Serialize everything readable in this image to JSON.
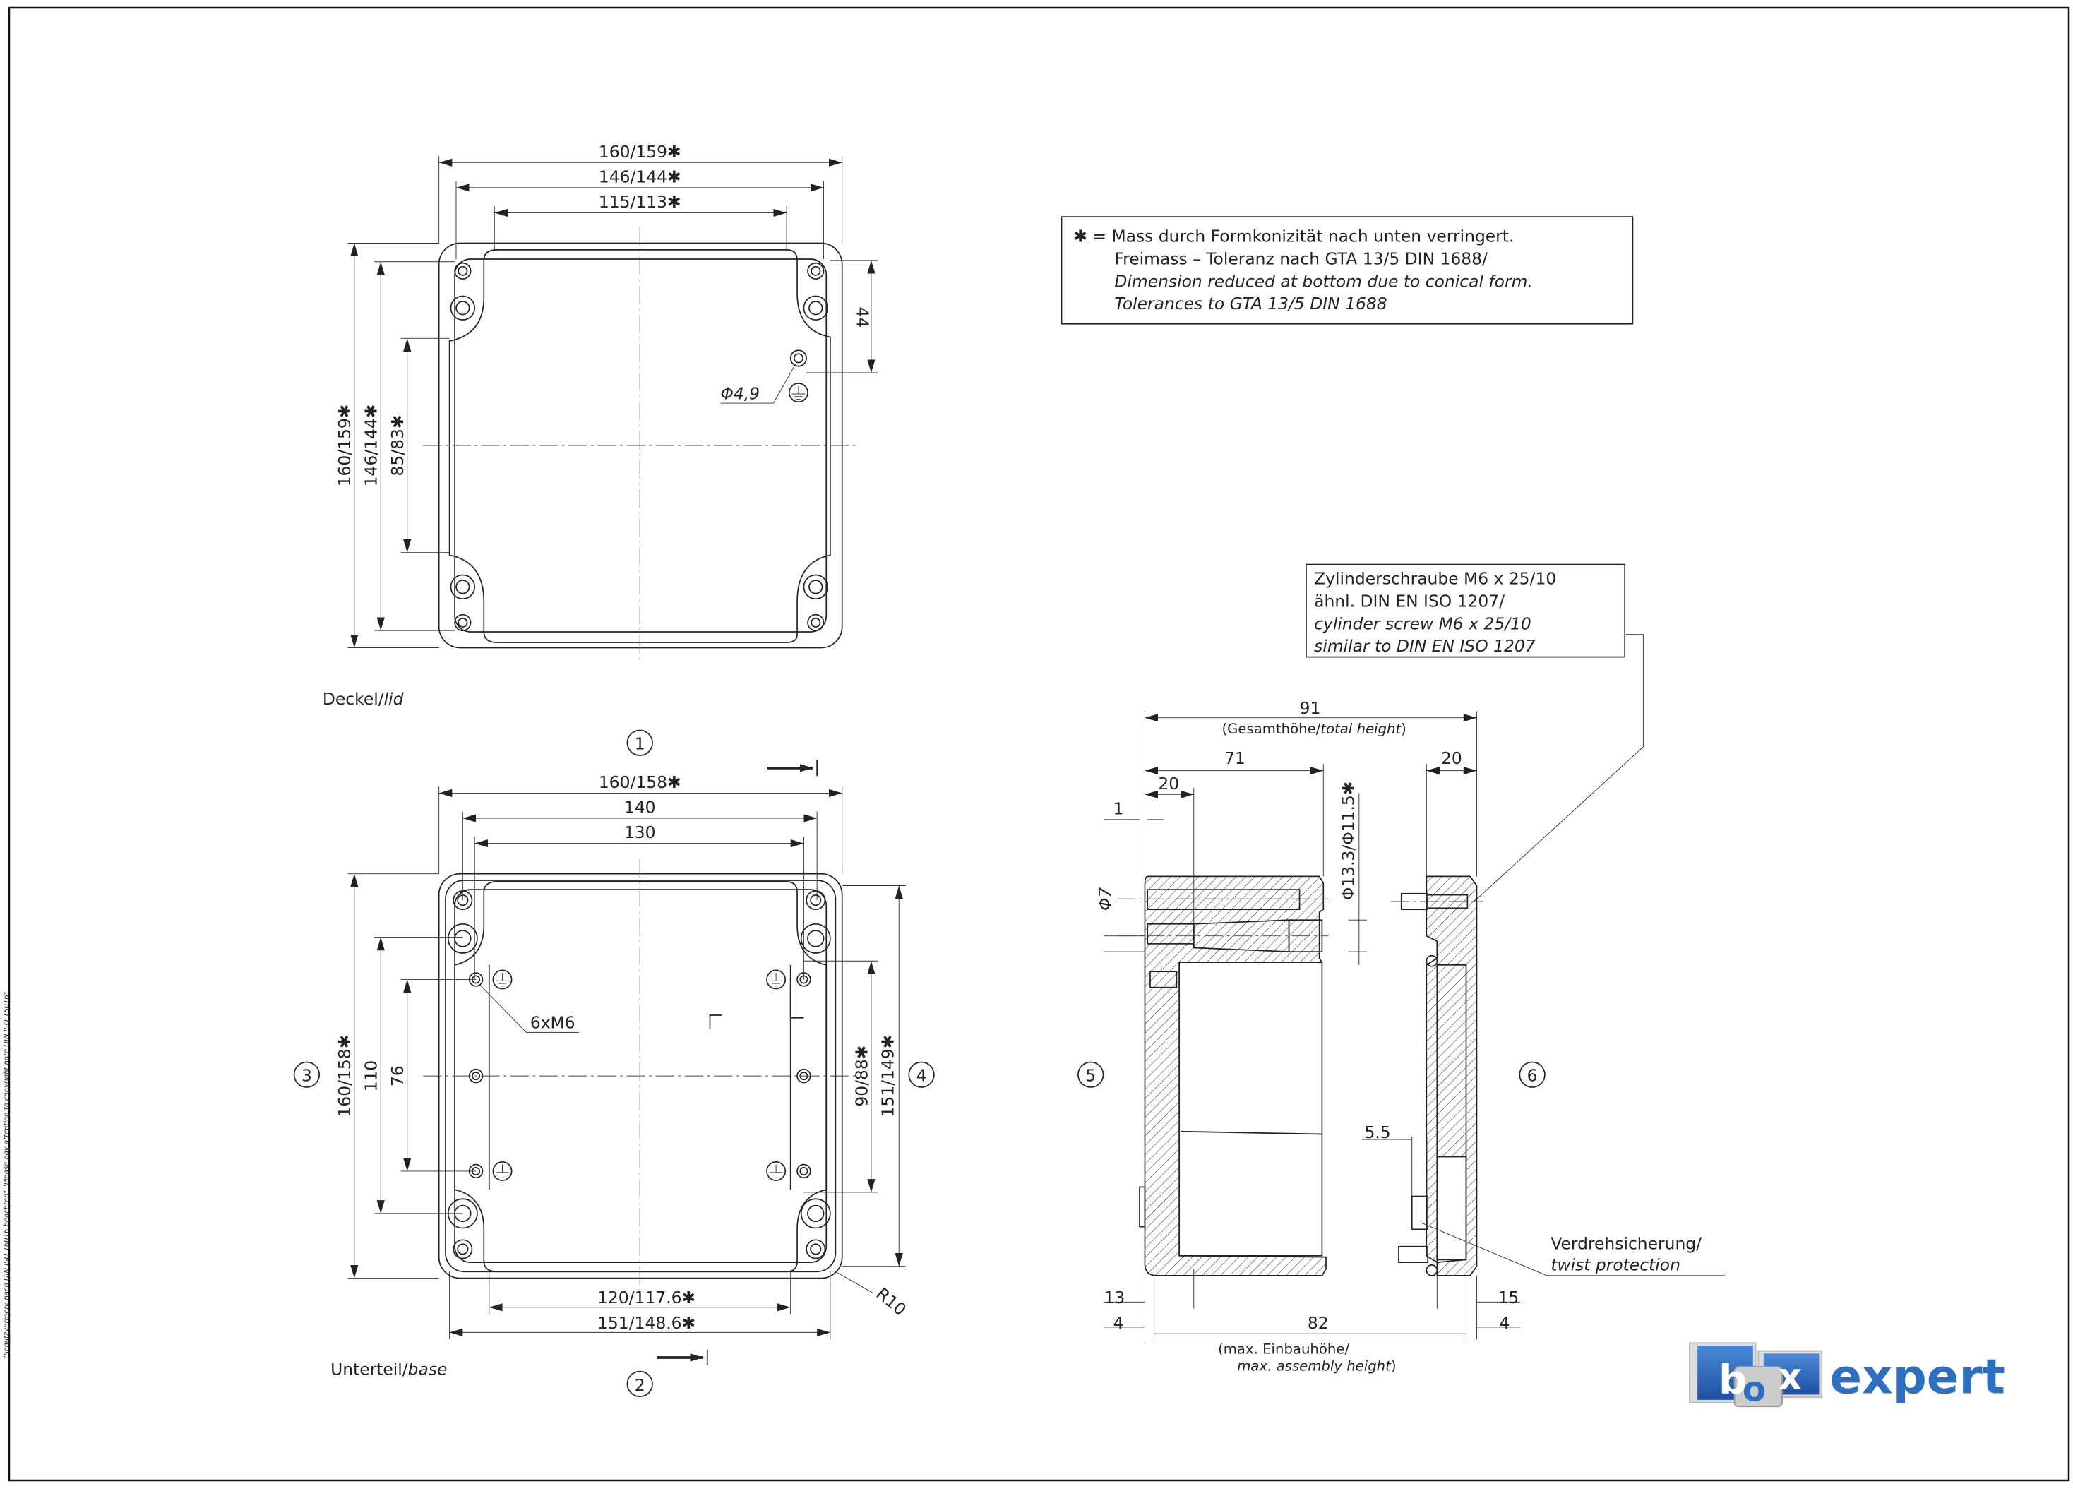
{
  "copyright_note": "\"Schutzvermerk nach DIN ISO 16016 beachten\" \"Please pay attention to copyright note DIN ISO 16016\"",
  "legend_note": {
    "line1": "✱ = Mass durch Formkonizität nach unten verringert.",
    "line2": "Freimass – Toleranz nach GTA 13/5 DIN 1688/",
    "line3": "Dimension reduced at bottom due to conical form.",
    "line4": "Tolerances to GTA 13/5 DIN 1688"
  },
  "screw_note": {
    "line1": "Zylinderschraube M6 x 25/10",
    "line2": "ähnl. DIN EN ISO 1207/",
    "line3": "cylinder screw M6 x 25/10",
    "line4": "similar to DIN EN ISO 1207"
  },
  "lid": {
    "label_de": "Deckel/",
    "label_en": "lid",
    "dims": {
      "outer_width": "160/159✱",
      "mid_width": "146/144✱",
      "inner_width": "115/113✱",
      "outer_height": "160/159✱",
      "mid_height": "146/144✱",
      "inner_height": "85/83✱",
      "hole_offset": "44",
      "hole_diameter": "Φ4,9"
    }
  },
  "base": {
    "label_de": "Unterteil/",
    "label_en": "base",
    "dims": {
      "outer_width": "160/158✱",
      "mid_width": "140",
      "inner_width": "130",
      "outer_height": "160/158✱",
      "mid_height": "110",
      "inner_height": "76",
      "right_inner": "90/88✱",
      "right_outer": "151/149✱",
      "bottom_inner": "120/117.6✱",
      "bottom_outer": "151/148.6✱",
      "radius": "R10",
      "thread": "6xM6"
    }
  },
  "view_markers": [
    "1",
    "2",
    "3",
    "4",
    "5",
    "6"
  ],
  "side": {
    "total": "91",
    "total_label_de": "(Gesamthöhe/",
    "total_label_en": "total height",
    "total_label_close": ")",
    "d71": "71",
    "d20_left": "20",
    "d20_right": "20",
    "d1": "1",
    "phi7": "Φ7",
    "phi13": "Φ13.3/Φ11.5✱",
    "d5_5": "5.5",
    "d13": "13",
    "d4_left": "4",
    "d82": "82",
    "d15": "15",
    "d4_right": "4",
    "assembly_de": "(max. Einbauhöhe/",
    "assembly_en": "max. assembly height",
    "assembly_close": ")",
    "twist_de": "Verdrehsicherung/",
    "twist_en": "twist protection"
  },
  "logo": {
    "text_box": "box",
    "text_expert": "expert",
    "brand_color": "#2f6fc0"
  },
  "colors": {
    "line": "#222222",
    "background": "#ffffff"
  }
}
